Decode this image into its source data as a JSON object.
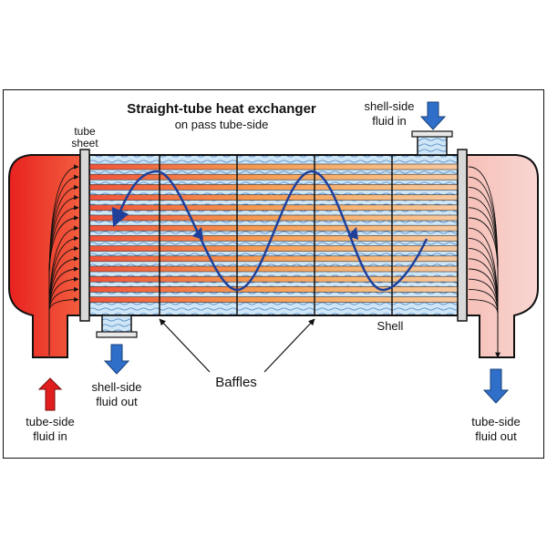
{
  "title": "Straight-tube heat exchanger",
  "subtitle": "on pass tube-side",
  "labels": {
    "tube_sheet_line1": "tube",
    "tube_sheet_line2": "sheet",
    "shell_in_line1": "shell-side",
    "shell_in_line2": "fluid in",
    "shell_out_line1": "shell-side",
    "shell_out_line2": "fluid out",
    "tube_in_line1": "tube-side",
    "tube_in_line2": "fluid in",
    "tube_out_line1": "tube-side",
    "tube_out_line2": "fluid out",
    "baffles": "Baffles",
    "shell": "Shell"
  },
  "colors": {
    "hot": "#e8221f",
    "warm": "#f5a55a",
    "cool": "#f4b0aa",
    "shell_fluid": "#cfe6f7",
    "flow_line": "#1f3f99",
    "arrow_blue": "#2f6fc9",
    "arrow_red": "#e01e1e"
  },
  "icons": {
    "inlet_arrow": "red-arrow-up",
    "outlet_arrow": "blue-arrow-down"
  }
}
